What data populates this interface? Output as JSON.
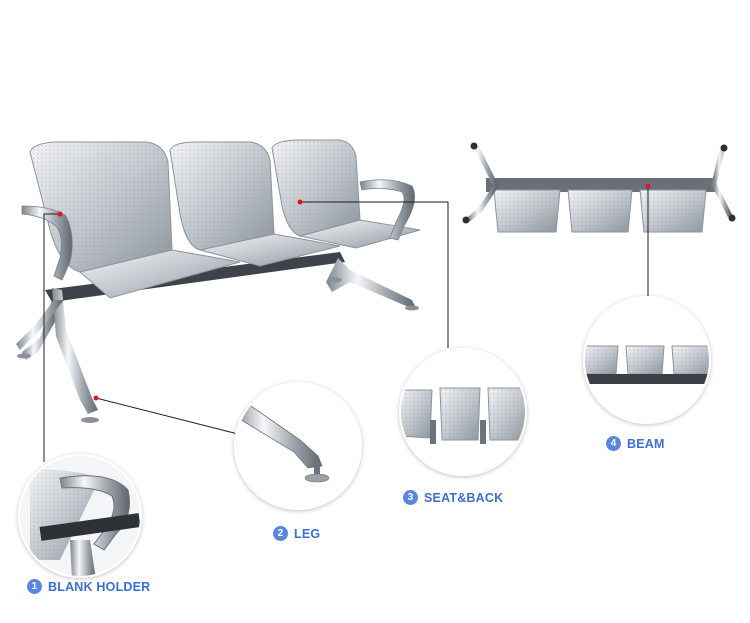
{
  "colors": {
    "accent": "#3a6fd8",
    "badge": "#5b86e0",
    "pointer": "#e0161b",
    "steel_light": "#e9ecef",
    "steel_mid": "#b9bfc6",
    "steel_dark": "#6f767e"
  },
  "callouts": [
    {
      "number": "1",
      "label": "BLANK HOLDER"
    },
    {
      "number": "2",
      "label": "LEG"
    },
    {
      "number": "3",
      "label": "SEAT&BACK"
    },
    {
      "number": "4",
      "label": "BEAM"
    }
  ]
}
